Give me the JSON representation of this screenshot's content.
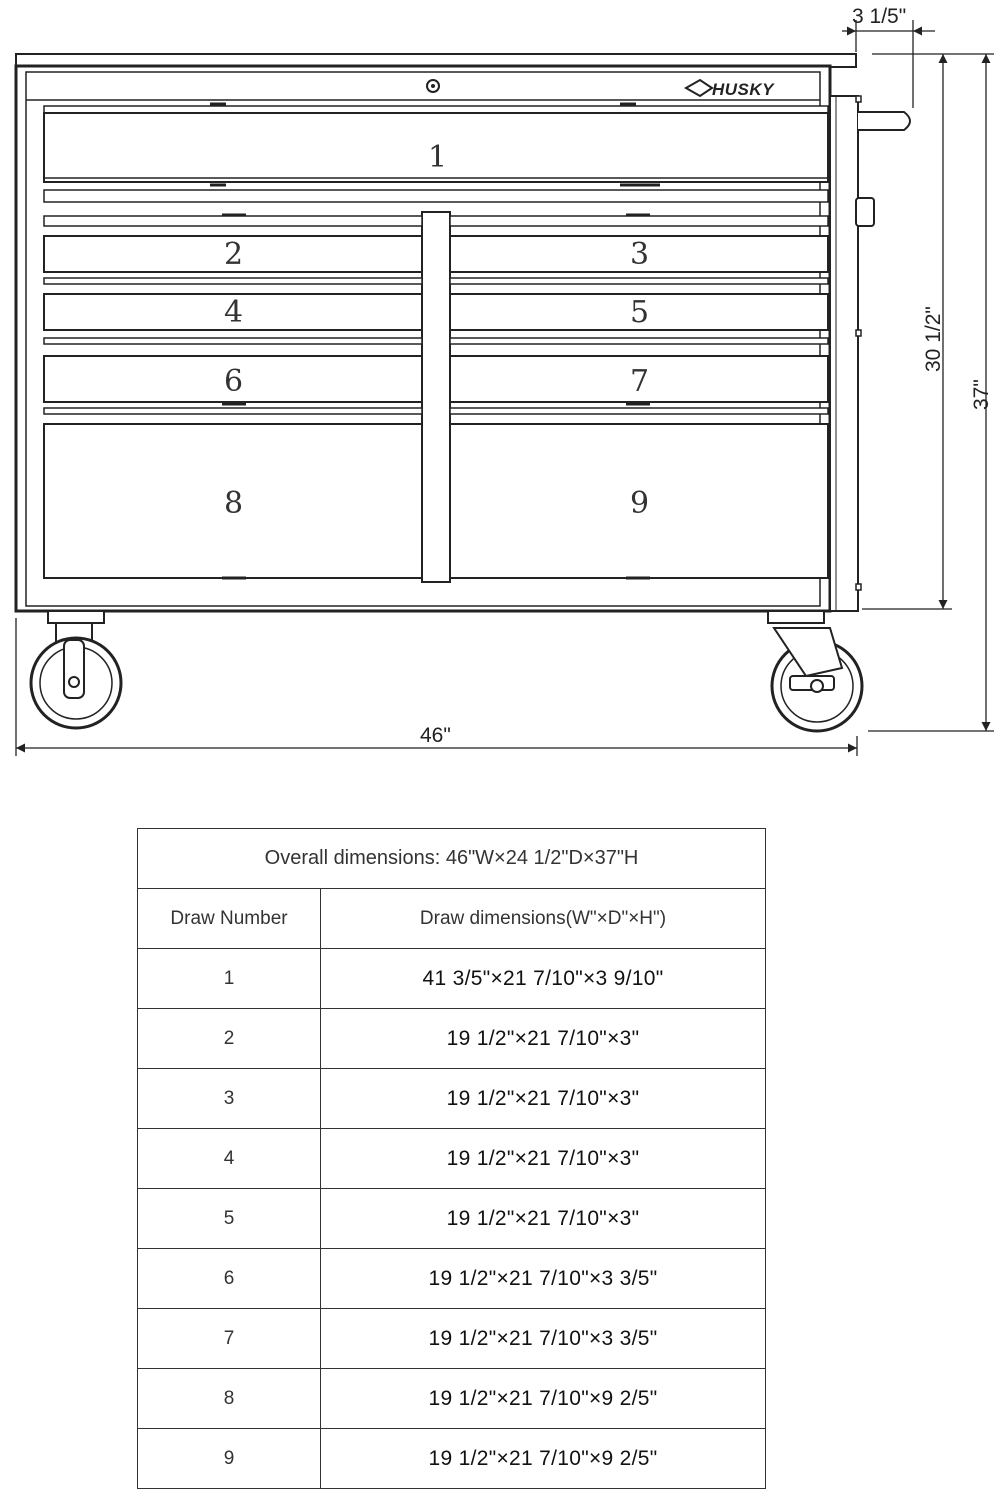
{
  "drawing": {
    "brand": "HUSKY",
    "drawer_labels": [
      "1",
      "2",
      "3",
      "4",
      "5",
      "6",
      "7",
      "8",
      "9"
    ],
    "dimensions": {
      "handle_offset": "3 1/5\"",
      "body_height": "30 1/2\"",
      "total_height": "37\"",
      "total_width": "46\""
    }
  },
  "table": {
    "title": "Overall dimensions: 46\"W×24 1/2\"D×37\"H",
    "headers": [
      "Draw Number",
      "Draw dimensions(W\"×D\"×H\")"
    ],
    "rows": [
      {
        "number": "1",
        "dims": "41 3/5\"×21 7/10\"×3 9/10\""
      },
      {
        "number": "2",
        "dims": "19 1/2\"×21 7/10\"×3\""
      },
      {
        "number": "3",
        "dims": "19 1/2\"×21 7/10\"×3\""
      },
      {
        "number": "4",
        "dims": "19 1/2\"×21 7/10\"×3\""
      },
      {
        "number": "5",
        "dims": "19 1/2\"×21 7/10\"×3\""
      },
      {
        "number": "6",
        "dims": "19 1/2\"×21 7/10\"×3 3/5\""
      },
      {
        "number": "7",
        "dims": "19 1/2\"×21 7/10\"×3 3/5\""
      },
      {
        "number": "8",
        "dims": "19 1/2\"×21 7/10\"×9 2/5\""
      },
      {
        "number": "9",
        "dims": "19 1/2\"×21 7/10\"×9 2/5\""
      }
    ]
  }
}
